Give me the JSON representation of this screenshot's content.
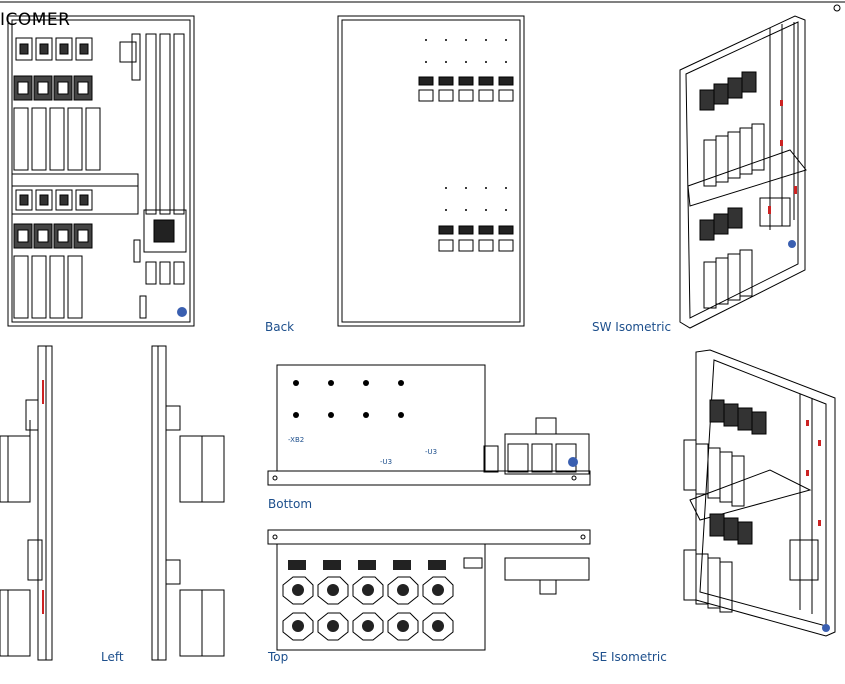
{
  "drawing": {
    "title": "ICOMER",
    "views": {
      "back": "Back",
      "sw_isometric": "SW Isometric",
      "left": "Left",
      "bottom": "Bottom",
      "top": "Top",
      "se_isometric": "SE Isometric"
    },
    "tags": {
      "u3_a": "-U3",
      "u3_b": "-U3",
      "xb2": "-XB2"
    }
  },
  "colors": {
    "line": "#000000",
    "label": "#1d4f8c",
    "accent_red": "#cc2222",
    "accent_blue": "#3a5fb0"
  },
  "icons": [
    "front-view-drawing",
    "back-view-drawing",
    "sw-isometric-drawing",
    "left-view-drawing",
    "right-view-drawing",
    "bottom-view-drawing",
    "top-view-drawing",
    "se-isometric-drawing"
  ]
}
